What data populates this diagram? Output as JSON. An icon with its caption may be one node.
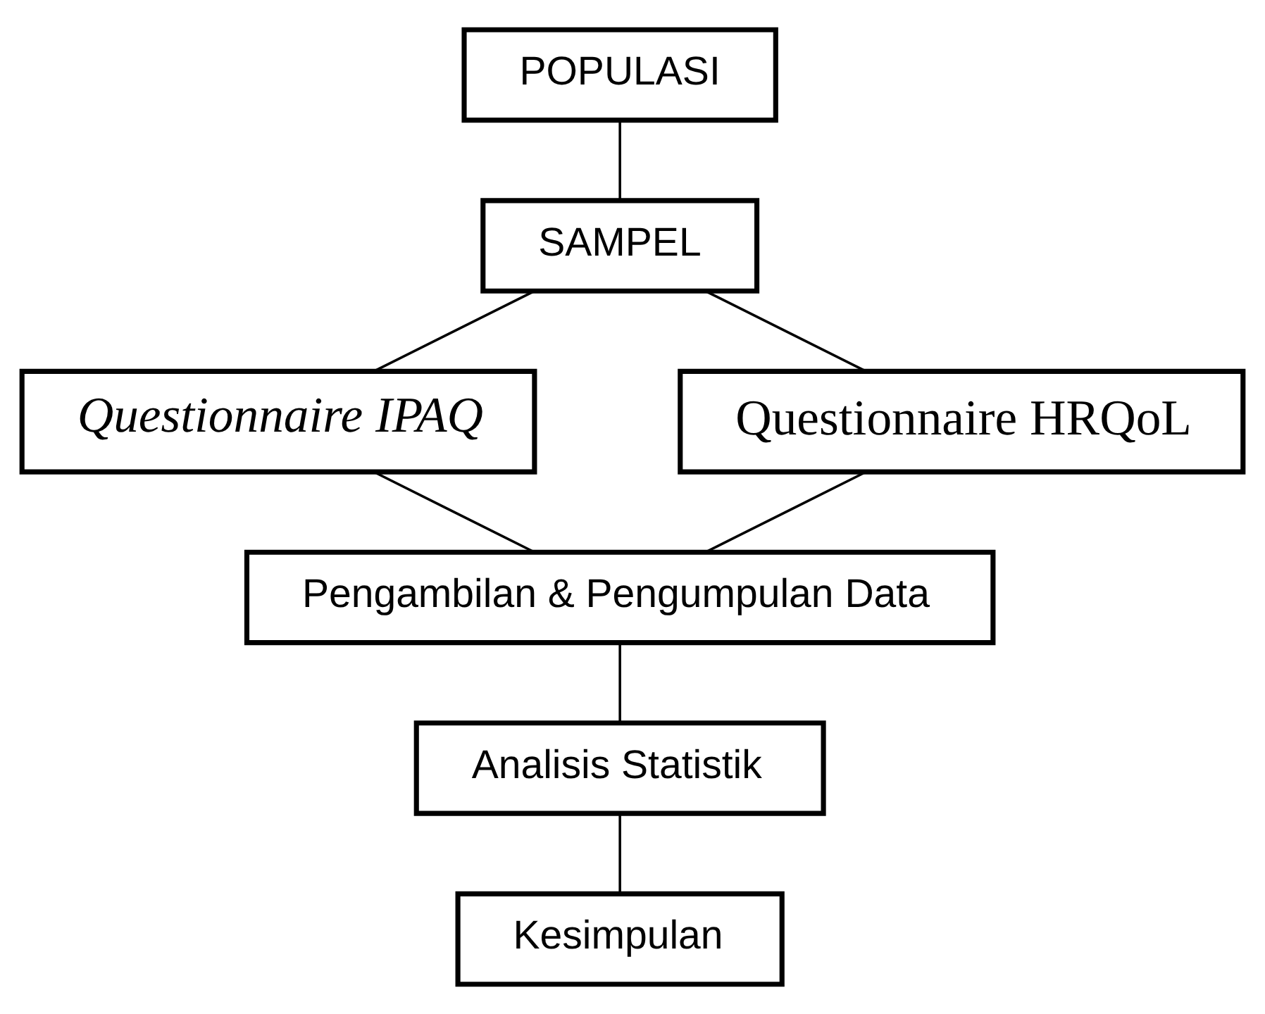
{
  "diagram": {
    "nodes": [
      {
        "text": [
          "POPULASI"
        ]
      },
      {
        "text": [
          "SAMPEL"
        ]
      },
      {
        "text": [
          "Questionnaire IPAQ"
        ]
      },
      {
        "text": [
          "Questionnaire HRQoL"
        ]
      },
      {
        "text": [
          "Pengambilan & Pengumpulan Data"
        ]
      },
      {
        "text": [
          "Analisis Statistik"
        ]
      },
      {
        "text": [
          "Kesimpulan"
        ]
      }
    ],
    "edges": [
      {
        "from": 0,
        "to": 1,
        "arrow": "none"
      },
      {
        "from": 1,
        "to": 2,
        "arrow": "none"
      },
      {
        "from": 1,
        "to": 3,
        "arrow": "none"
      },
      {
        "from": 2,
        "to": 4,
        "arrow": "none"
      },
      {
        "from": 3,
        "to": 4,
        "arrow": "none"
      },
      {
        "from": 4,
        "to": 5,
        "arrow": "none"
      },
      {
        "from": 5,
        "to": 6,
        "arrow": "none"
      }
    ]
  }
}
